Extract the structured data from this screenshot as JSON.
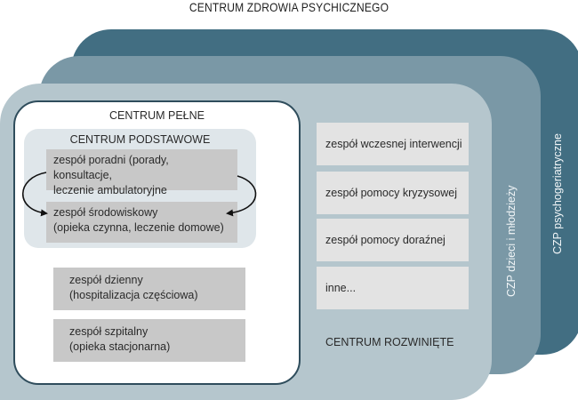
{
  "title": "CENTRUM ZDROWIA PSYCHICZNEGO",
  "layers": {
    "back": {
      "label": "CZP psychogeriatryczne",
      "color": "#426e82"
    },
    "middle": {
      "label": "CZP dzieci i młodzieży",
      "color": "#7a98a6"
    },
    "front": {
      "label": "CENTRUM ROZWINIĘTE",
      "color": "#b5c6cd"
    }
  },
  "centrum_pelne": {
    "title": "CENTRUM PEŁNE",
    "centrum_podstawowe": {
      "title": "CENTRUM PODSTAWOWE",
      "boxes": [
        {
          "line1": "zespół poradni (porady, konsultacje,",
          "line2": "leczenie ambulatoryjne"
        },
        {
          "line1": "zespół środowiskowy",
          "line2": "(opieka czynna, leczenie domowe)"
        }
      ]
    },
    "boxes": [
      {
        "line1": "zespół dzienny",
        "line2": "(hospitalizacja częściowa)"
      },
      {
        "line1": "zespół szpitalny",
        "line2": "(opieka stacjonarna)"
      }
    ]
  },
  "centrum_rozwiniete": {
    "boxes": [
      {
        "label": "zespół wczesnej interwencji"
      },
      {
        "label": "zespół pomocy kryzysowej"
      },
      {
        "label": "zespół pomocy doraźnej"
      },
      {
        "label": "inne..."
      }
    ]
  }
}
